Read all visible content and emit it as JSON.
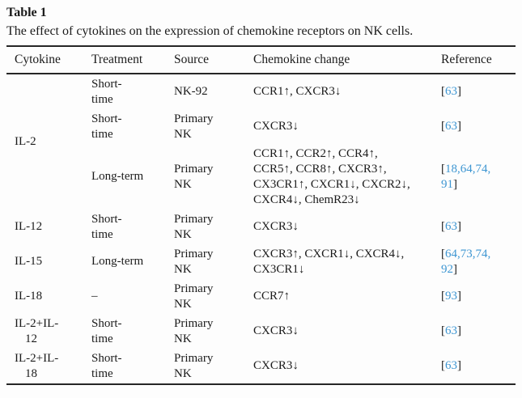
{
  "title": "Table 1",
  "caption": "The effect of cytokines on the expression of chemokine receptors on NK cells.",
  "colors": {
    "text": "#1b1b1b",
    "citation_link": "#3E96D2",
    "rule": "#262626",
    "background": "#fdfdfd"
  },
  "table": {
    "headers": [
      "Cytokine",
      "Treatment",
      "Source",
      "Chemokine change",
      "Reference"
    ],
    "rows": [
      {
        "cytokine_lines": [
          "IL-2"
        ],
        "treatment_lines": [
          "Short-",
          "time"
        ],
        "source_lines": [
          "NK-92"
        ],
        "chemokine_lines": [
          "CCR1↑, CXCR3↓"
        ],
        "ref": {
          "open": "[",
          "line1": "63",
          "close": "]"
        }
      },
      {
        "treatment_lines": [
          "Short-",
          "time"
        ],
        "source_lines": [
          "Primary",
          "NK"
        ],
        "chemokine_lines": [
          "CXCR3↓"
        ],
        "ref": {
          "open": "[",
          "line1": "63",
          "close": "]"
        }
      },
      {
        "treatment_lines": [
          "Long-term"
        ],
        "source_lines": [
          "Primary",
          "NK"
        ],
        "chemokine_lines": [
          "CCR1↑, CCR2↑, CCR4↑,",
          "CCR5↑, CCR8↑, CXCR3↑,",
          "CX3CR1↑, CXCR1↓, CXCR2↓,",
          "CXCR4↓, ChemR23↓"
        ],
        "ref": {
          "open": "[",
          "line1": "18,64,74,",
          "line2": "91",
          "close": "]"
        }
      },
      {
        "cytokine_lines": [
          "IL-12"
        ],
        "treatment_lines": [
          "Short-",
          "time"
        ],
        "source_lines": [
          "Primary",
          "NK"
        ],
        "chemokine_lines": [
          "CXCR3↓"
        ],
        "ref": {
          "open": "[",
          "line1": "63",
          "close": "]"
        }
      },
      {
        "cytokine_lines": [
          "IL-15"
        ],
        "treatment_lines": [
          "Long-term"
        ],
        "source_lines": [
          "Primary",
          "NK"
        ],
        "chemokine_lines": [
          "CXCR3↑, CXCR1↓, CXCR4↓,",
          "CX3CR1↓"
        ],
        "ref": {
          "open": "[",
          "line1": "64,73,74,",
          "line2": "92",
          "close": "]"
        }
      },
      {
        "cytokine_lines": [
          "IL-18"
        ],
        "treatment_lines": [
          "–"
        ],
        "source_lines": [
          "Primary",
          "NK"
        ],
        "chemokine_lines": [
          "CCR7↑"
        ],
        "ref": {
          "open": "[",
          "line1": "93",
          "close": "]"
        }
      },
      {
        "cytokine_lines": [
          "IL-2+IL-",
          "12"
        ],
        "treatment_lines": [
          "Short-",
          "time"
        ],
        "source_lines": [
          "Primary",
          "NK"
        ],
        "chemokine_lines": [
          "CXCR3↓"
        ],
        "ref": {
          "open": "[",
          "line1": "63",
          "close": "]"
        }
      },
      {
        "cytokine_lines": [
          "IL-2+IL-",
          "18"
        ],
        "treatment_lines": [
          "Short-",
          "time"
        ],
        "source_lines": [
          "Primary",
          "NK"
        ],
        "chemokine_lines": [
          "CXCR3↓"
        ],
        "ref": {
          "open": "[",
          "line1": "63",
          "close": "]"
        }
      }
    ]
  }
}
